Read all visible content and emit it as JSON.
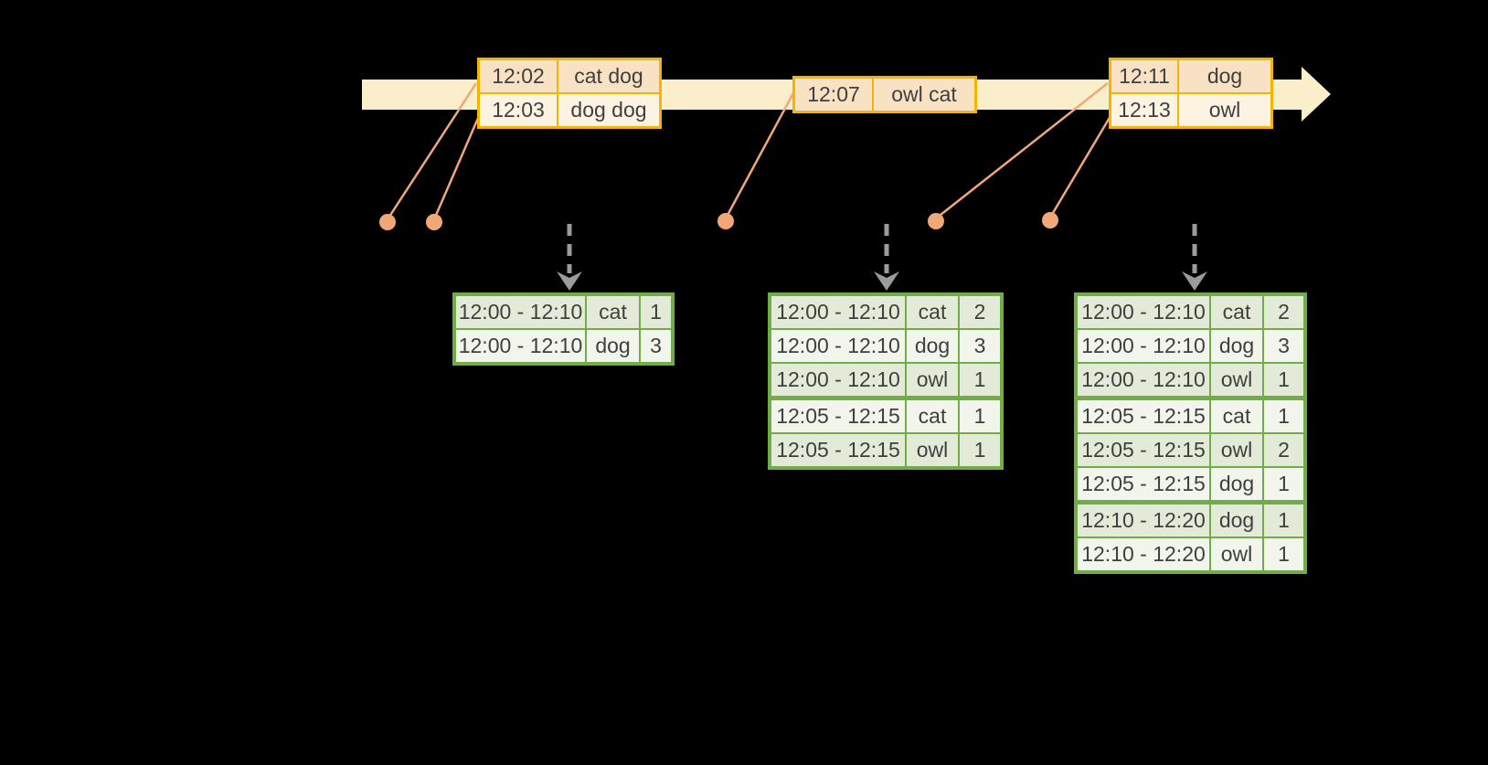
{
  "colors": {
    "background": "#000000",
    "timeline_fill": "#FAEFCA",
    "input_border": "#F4B400",
    "input_row_dark": "#F9E1C4",
    "input_row_light": "#FCF3E3",
    "connector_orange": "#F0A878",
    "arrow_gray": "#9B9B9B",
    "result_border": "#70AD47",
    "result_row_dark": "#E3EBD8",
    "result_row_light": "#F1F5EC",
    "text": "#3F3F3F"
  },
  "input_tables": [
    {
      "rows": [
        {
          "time": "12:02",
          "words": "cat dog"
        },
        {
          "time": "12:03",
          "words": "dog dog"
        }
      ]
    },
    {
      "rows": [
        {
          "time": "12:07",
          "words": "owl cat"
        }
      ]
    },
    {
      "rows": [
        {
          "time": "12:11",
          "words": "dog"
        },
        {
          "time": "12:13",
          "words": "owl"
        }
      ]
    }
  ],
  "result_tables": [
    {
      "group_starts": [],
      "rows": [
        {
          "window": "12:00 - 12:10",
          "word": "cat",
          "count": "1"
        },
        {
          "window": "12:00 - 12:10",
          "word": "dog",
          "count": "3"
        }
      ]
    },
    {
      "group_starts": [
        3
      ],
      "rows": [
        {
          "window": "12:00 - 12:10",
          "word": "cat",
          "count": "2"
        },
        {
          "window": "12:00 - 12:10",
          "word": "dog",
          "count": "3"
        },
        {
          "window": "12:00 - 12:10",
          "word": "owl",
          "count": "1"
        },
        {
          "window": "12:05 - 12:15",
          "word": "cat",
          "count": "1"
        },
        {
          "window": "12:05 - 12:15",
          "word": "owl",
          "count": "1"
        }
      ]
    },
    {
      "group_starts": [
        3,
        6
      ],
      "rows": [
        {
          "window": "12:00 - 12:10",
          "word": "cat",
          "count": "2"
        },
        {
          "window": "12:00 - 12:10",
          "word": "dog",
          "count": "3"
        },
        {
          "window": "12:00 - 12:10",
          "word": "owl",
          "count": "1"
        },
        {
          "window": "12:05 - 12:15",
          "word": "cat",
          "count": "1"
        },
        {
          "window": "12:05 - 12:15",
          "word": "owl",
          "count": "2"
        },
        {
          "window": "12:05 - 12:15",
          "word": "dog",
          "count": "1"
        },
        {
          "window": "12:10 - 12:20",
          "word": "dog",
          "count": "1"
        },
        {
          "window": "12:10 - 12:20",
          "word": "owl",
          "count": "1"
        }
      ]
    }
  ]
}
